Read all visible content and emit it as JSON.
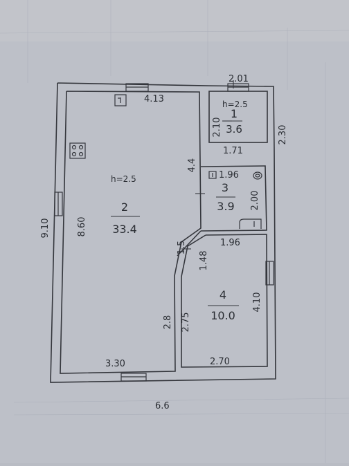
{
  "plan": {
    "rooms": [
      {
        "number": "1",
        "area": "3.6",
        "height_note": "h=2.5"
      },
      {
        "number": "2",
        "area": "33.4",
        "height_note": "h=2.5"
      },
      {
        "number": "3",
        "area": "3.9"
      },
      {
        "number": "4",
        "area": "10.0"
      }
    ],
    "dimensions": {
      "top_room1_width": "2.01",
      "room1_right_outer": "2.30",
      "room1_inner_height": "2.10",
      "room1_inner_bottom": "1.71",
      "room2_top_width": "4.13",
      "partition_4_4": "4.4",
      "room3_top": "1.96",
      "room3_height": "2.00",
      "room4_top": "1.96",
      "diag_1_5": "1.5",
      "diag_1_48": "1.48",
      "room4_height": "4.10",
      "left_outer": "9.10",
      "room2_height": "8.60",
      "wall_2_8": "2.8",
      "wall_2_75": "2.75",
      "bottom_left": "3.30",
      "bottom_right": "2.70",
      "overall_width": "6.6"
    }
  },
  "colors": {
    "paper": "#c6c8cf",
    "line": "#34363c",
    "paper_edge": "#aeb1b9"
  }
}
